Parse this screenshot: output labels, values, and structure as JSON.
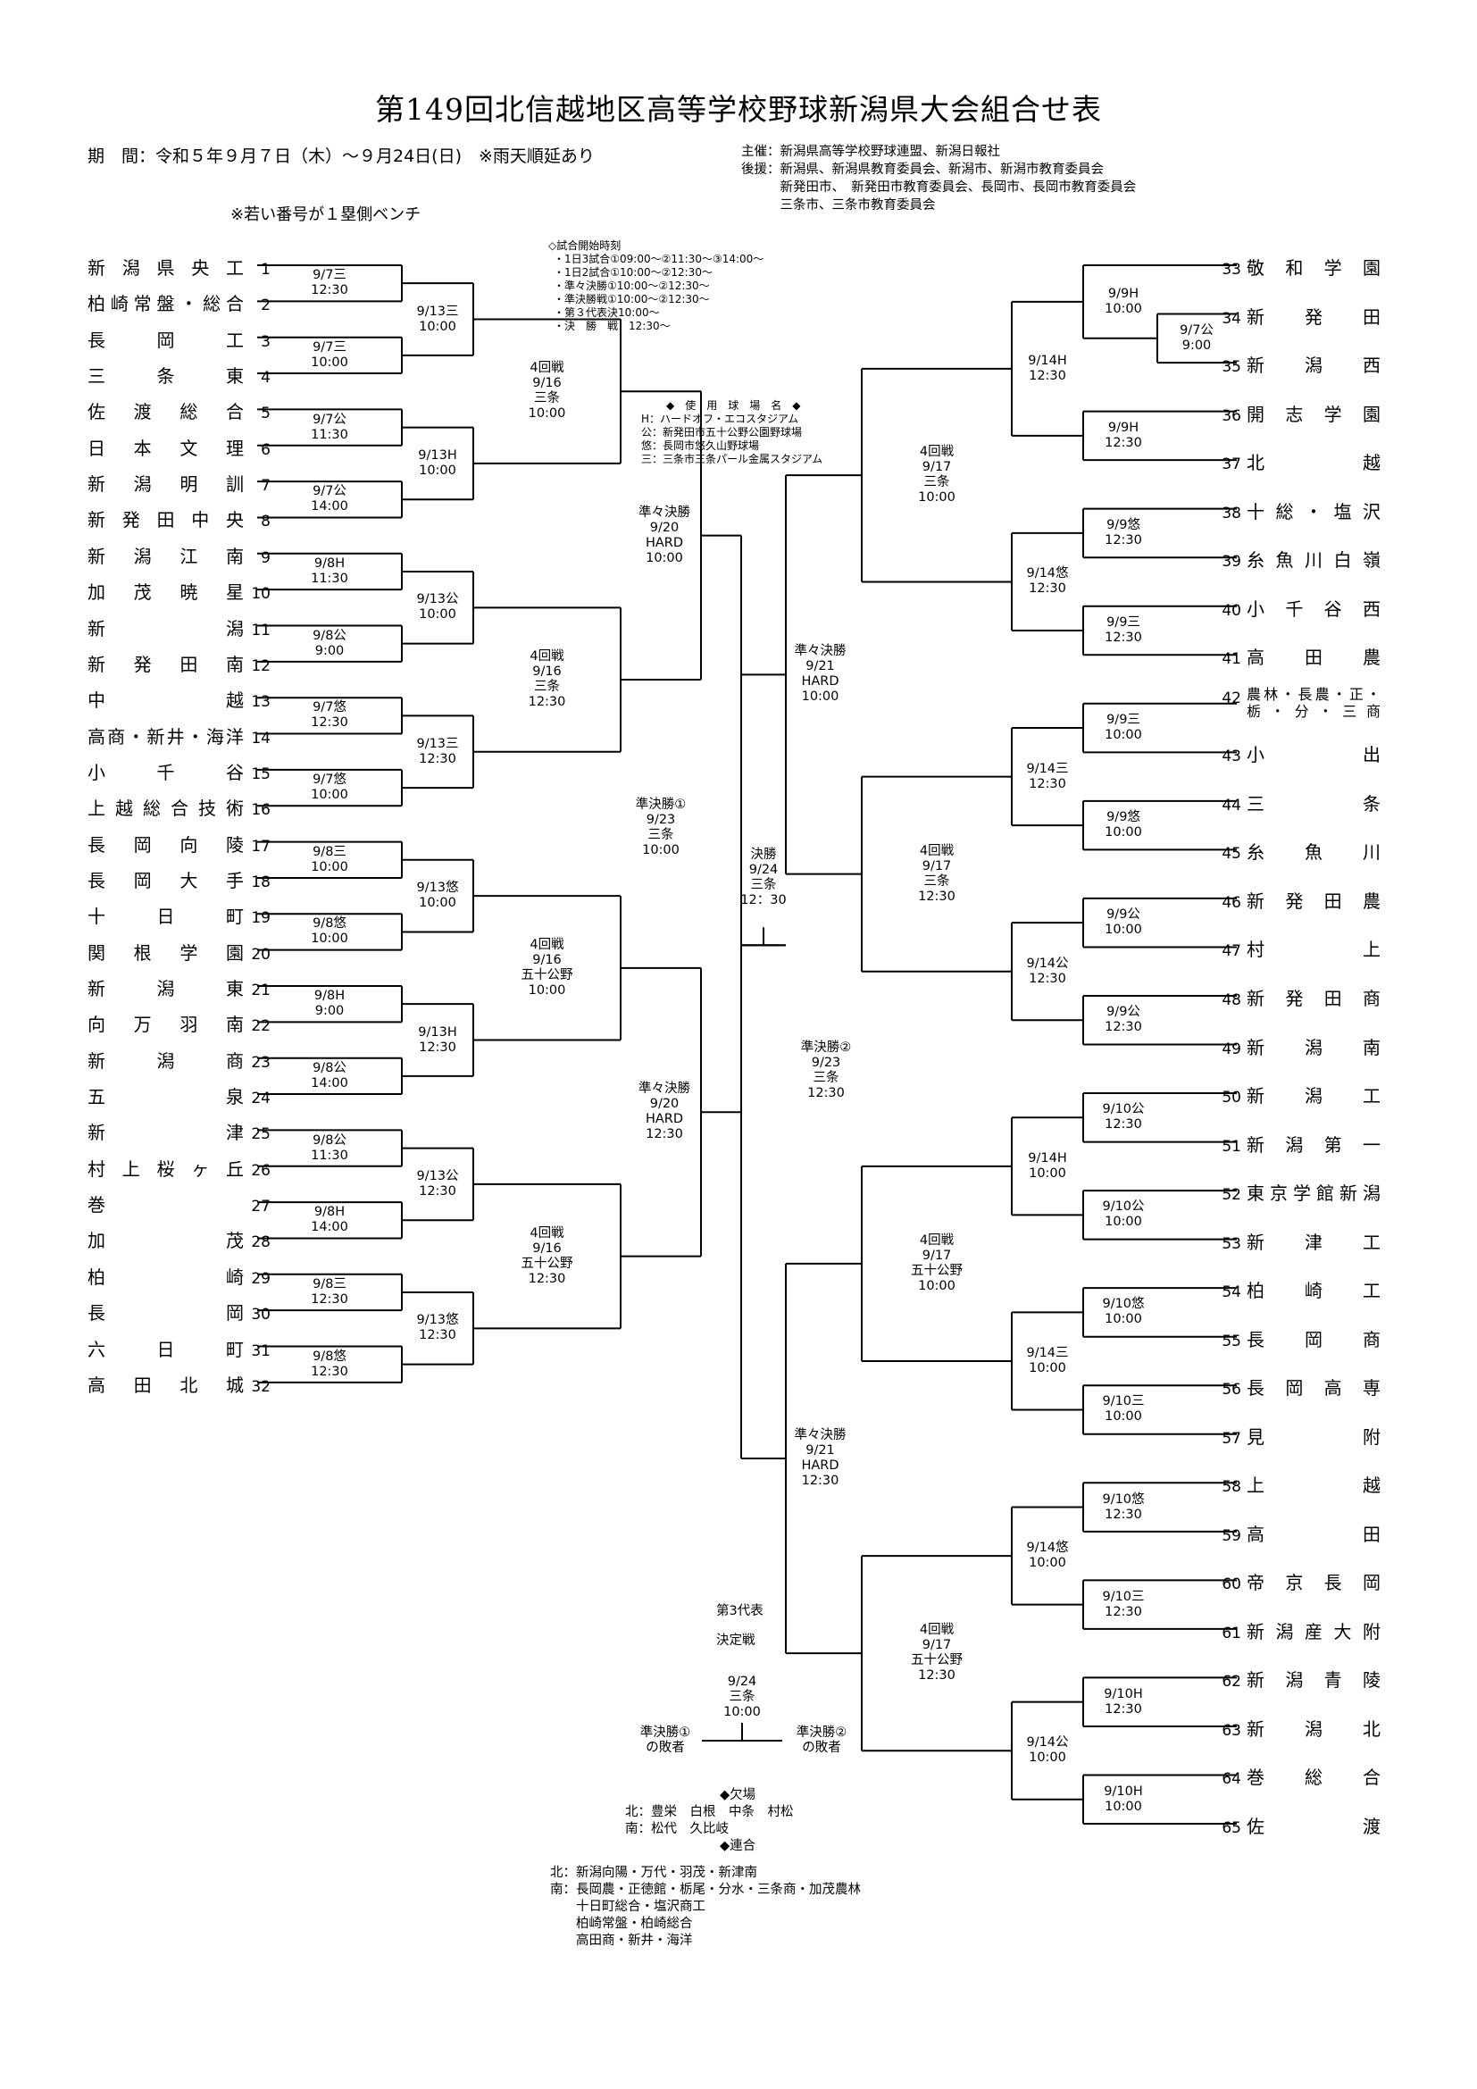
{
  "title": "第149回北信越地区高等学校野球新潟県大会組合せ表",
  "period": "期　間：令和５年９月７日（木）～９月24日(日)　※雨天順延あり",
  "organizers": [
    "主催：新潟県高等学校野球連盟、新潟日報社",
    "後援：新潟県、新潟県教育委員会、新潟市、新潟市教育委員会",
    "　　　新発田市、　新発田市教育委員会、長岡市、長岡市教育委員会",
    "　　　三条市、三条市教育委員会"
  ],
  "note": "※若い番号が１塁側ベンチ",
  "start_times": {
    "heading": "◇試合開始時刻",
    "lines": [
      "・1日3試合①09:00～②11:30～③14:00～",
      "・1日2試合①10:00～②12:30～",
      "・準々決勝①10:00～②12:30～",
      "・準決勝戦①10:00～②12:30～",
      "・第３代表決10:00～",
      "・決　勝　戦　12:30～"
    ]
  },
  "venues": {
    "heading": "◆　使　用　球　場　名　◆",
    "lines": [
      "H：ハードオフ・エコスタジアム",
      "公：新発田市五十公野公園野球場",
      "悠：長岡市悠久山野球場",
      "三：三条市三条パール金属スタジアム"
    ]
  },
  "absent": {
    "heading": "◆欠場",
    "lines": [
      "北：豊栄　白根　中条　村松",
      "南：松代　久比岐"
    ]
  },
  "combined": {
    "heading": "◆連合",
    "lines": [
      "北：新潟向陽・万代・羽茂・新津南",
      "南：長岡農・正徳館・栃尾・分水・三条商・加茂農林",
      "　　十日町総合・塩沢商工",
      "　　柏崎常盤・柏崎総合",
      "　　高田商・新井・海洋"
    ]
  },
  "left_teams": [
    {
      "no": "1",
      "name": "新潟県央工"
    },
    {
      "no": "2",
      "name": "柏崎常盤・総合"
    },
    {
      "no": "3",
      "name": "長岡工"
    },
    {
      "no": "4",
      "name": "三条東"
    },
    {
      "no": "5",
      "name": "佐渡総合"
    },
    {
      "no": "6",
      "name": "日本文理"
    },
    {
      "no": "7",
      "name": "新潟明訓"
    },
    {
      "no": "8",
      "name": "新発田中央"
    },
    {
      "no": "9",
      "name": "新潟江南"
    },
    {
      "no": "10",
      "name": "加茂暁星"
    },
    {
      "no": "11",
      "name": "新潟"
    },
    {
      "no": "12",
      "name": "新発田南"
    },
    {
      "no": "13",
      "name": "中越"
    },
    {
      "no": "14",
      "name": "高商・新井・海洋"
    },
    {
      "no": "15",
      "name": "小千谷"
    },
    {
      "no": "16",
      "name": "上越総合技術"
    },
    {
      "no": "17",
      "name": "長岡向陵"
    },
    {
      "no": "18",
      "name": "長岡大手"
    },
    {
      "no": "19",
      "name": "十日町"
    },
    {
      "no": "20",
      "name": "関根学園"
    },
    {
      "no": "21",
      "name": "新潟東"
    },
    {
      "no": "22",
      "name": "向万羽南"
    },
    {
      "no": "23",
      "name": "新潟商"
    },
    {
      "no": "24",
      "name": "五泉"
    },
    {
      "no": "25",
      "name": "新津"
    },
    {
      "no": "26",
      "name": "村上桜ヶ丘"
    },
    {
      "no": "27",
      "name": "巻"
    },
    {
      "no": "28",
      "name": "加茂"
    },
    {
      "no": "29",
      "name": "柏崎"
    },
    {
      "no": "30",
      "name": "長岡"
    },
    {
      "no": "31",
      "name": "六日町"
    },
    {
      "no": "32",
      "name": "高田北城"
    }
  ],
  "right_teams": [
    {
      "no": "33",
      "name": "敬和学園"
    },
    {
      "no": "34",
      "name": "新発田"
    },
    {
      "no": "35",
      "name": "新潟西"
    },
    {
      "no": "36",
      "name": "開志学園"
    },
    {
      "no": "37",
      "name": "北越"
    },
    {
      "no": "38",
      "name": "十総・塩沢"
    },
    {
      "no": "39",
      "name": "糸魚川白嶺"
    },
    {
      "no": "40",
      "name": "小千谷西"
    },
    {
      "no": "41",
      "name": "高田農"
    },
    {
      "no": "42",
      "name": "農林・長農・正・栃・分・三商"
    },
    {
      "no": "43",
      "name": "小出"
    },
    {
      "no": "44",
      "name": "三条"
    },
    {
      "no": "45",
      "name": "糸魚川"
    },
    {
      "no": "46",
      "name": "新発田農"
    },
    {
      "no": "47",
      "name": "村上"
    },
    {
      "no": "48",
      "name": "新発田商"
    },
    {
      "no": "49",
      "name": "新潟南"
    },
    {
      "no": "50",
      "name": "新潟工"
    },
    {
      "no": "51",
      "name": "新潟第一"
    },
    {
      "no": "52",
      "name": "東京学館新潟"
    },
    {
      "no": "53",
      "name": "新津工"
    },
    {
      "no": "54",
      "name": "柏崎工"
    },
    {
      "no": "55",
      "name": "長岡商"
    },
    {
      "no": "56",
      "name": "長岡高専"
    },
    {
      "no": "57",
      "name": "見附"
    },
    {
      "no": "58",
      "name": "上越"
    },
    {
      "no": "59",
      "name": "高田"
    },
    {
      "no": "60",
      "name": "帝京長岡"
    },
    {
      "no": "61",
      "name": "新潟産大附"
    },
    {
      "no": "62",
      "name": "新潟青陵"
    },
    {
      "no": "63",
      "name": "新潟北"
    },
    {
      "no": "64",
      "name": "巻総合"
    },
    {
      "no": "65",
      "name": "佐渡"
    }
  ],
  "left_r1": [
    "9/7三\n12:30",
    "9/7三\n10:00",
    "9/7公\n11:30",
    "9/7公\n14:00",
    "9/8H\n11:30",
    "9/8公\n9:00",
    "9/7悠\n12:30",
    "9/7悠\n10:00",
    "9/8三\n10:00",
    "9/8悠\n10:00",
    "9/8H\n9:00",
    "9/8公\n14:00",
    "9/8公\n11:30",
    "9/8H\n14:00",
    "9/8三\n12:30",
    "9/8悠\n12:30"
  ],
  "left_r2": [
    "9/13三\n10:00",
    "9/13H\n10:00",
    "9/13公\n10:00",
    "9/13三\n12:30",
    "9/13悠\n10:00",
    "9/13H\n12:30",
    "9/13公\n12:30",
    "9/13悠\n12:30"
  ],
  "left_r3": [
    "4回戦\n9/16\n三条\n10:00",
    "4回戦\n9/16\n三条\n12:30",
    "4回戦\n9/16\n五十公野\n10:00",
    "4回戦\n9/16\n五十公野\n12:30"
  ],
  "left_qf": [
    "準々決勝\n9/20\nHARD\n10:00",
    "準々決勝\n9/20\nHARD\n12:30"
  ],
  "right_r0": "9/7公\n9:00",
  "right_r1": [
    "9/9H\n10:00",
    "9/9H\n12:30",
    "9/9悠\n12:30",
    "9/9三\n12:30",
    "9/9三\n10:00",
    "9/9悠\n10:00",
    "9/9公\n10:00",
    "9/9公\n12:30",
    "9/10公\n12:30",
    "9/10公\n10:00",
    "9/10悠\n10:00",
    "9/10三\n10:00",
    "9/10悠\n12:30",
    "9/10三\n12:30",
    "9/10H\n12:30",
    "9/10H\n10:00"
  ],
  "right_r2": [
    "9/14H\n12:30",
    "9/14悠\n12:30",
    "9/14三\n12:30",
    "9/14公\n12:30",
    "9/14H\n10:00",
    "9/14三\n10:00",
    "9/14悠\n10:00",
    "9/14公\n10:00"
  ],
  "right_r3": [
    "4回戦\n9/17\n三条\n10:00",
    "4回戦\n9/17\n三条\n12:30",
    "4回戦\n9/17\n五十公野\n10:00",
    "4回戦\n9/17\n五十公野\n12:30"
  ],
  "right_qf": [
    "準々決勝\n9/21\nHARD\n10:00",
    "準々決勝\n9/21\nHARD\n12:30"
  ],
  "sf_left": "準決勝①\n9/23\n三条\n10:00",
  "sf_right": "準決勝②\n9/23\n三条\n12:30",
  "final": "決勝\n9/24\n三条\n12：30",
  "third": {
    "heading1": "第3代表",
    "heading2": "決定戦",
    "info": "9/24\n三条\n10:00",
    "left": "準決勝①\nの敗者",
    "right": "準決勝②\nの敗者"
  }
}
